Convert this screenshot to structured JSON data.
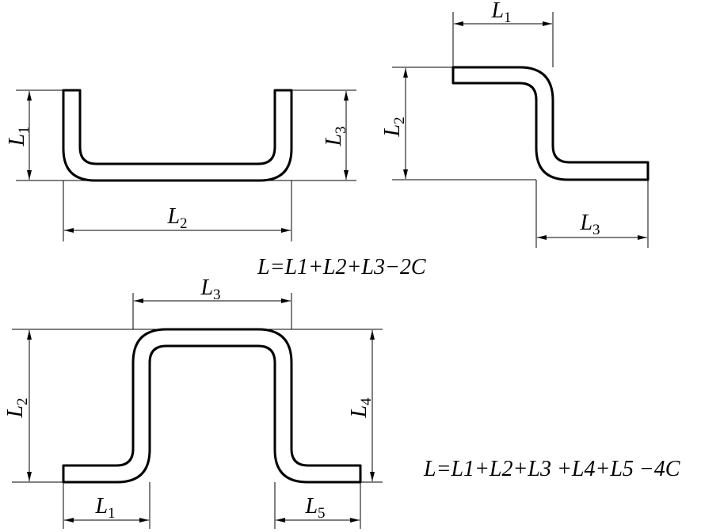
{
  "figure_a": {
    "labels": {
      "l1": "L",
      "l1_sub": "1",
      "l2": "L",
      "l2_sub": "2",
      "l3": "L",
      "l3_sub": "3"
    }
  },
  "figure_b": {
    "labels": {
      "l1": "L",
      "l1_sub": "1",
      "l2": "L",
      "l2_sub": "2",
      "l3": "L",
      "l3_sub": "3"
    }
  },
  "formula_1": "L=L1+L2+L3−2C",
  "figure_c": {
    "labels": {
      "l1": "L",
      "l1_sub": "1",
      "l2": "L",
      "l2_sub": "2",
      "l3": "L",
      "l3_sub": "3",
      "l4": "L",
      "l4_sub": "4",
      "l5": "L",
      "l5_sub": "5"
    }
  },
  "formula_2": "L=L1+L2+L3 +L4+L5 −4C"
}
